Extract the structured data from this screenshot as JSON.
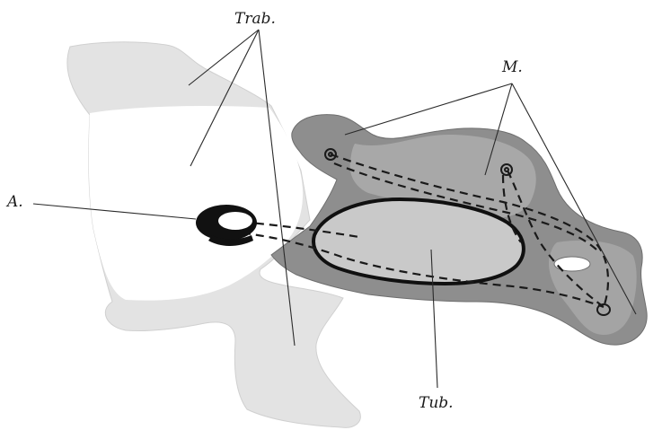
{
  "labels": {
    "trab": "Trab.",
    "m": "M.",
    "a": "A.",
    "tub": "Tub."
  },
  "colors": {
    "background": "#ffffff",
    "light_gray": "#e3e3e3",
    "mid_gray": "#c7c7c7",
    "dark_gray": "#8e8e8e",
    "ink": "#1a1a1a"
  }
}
